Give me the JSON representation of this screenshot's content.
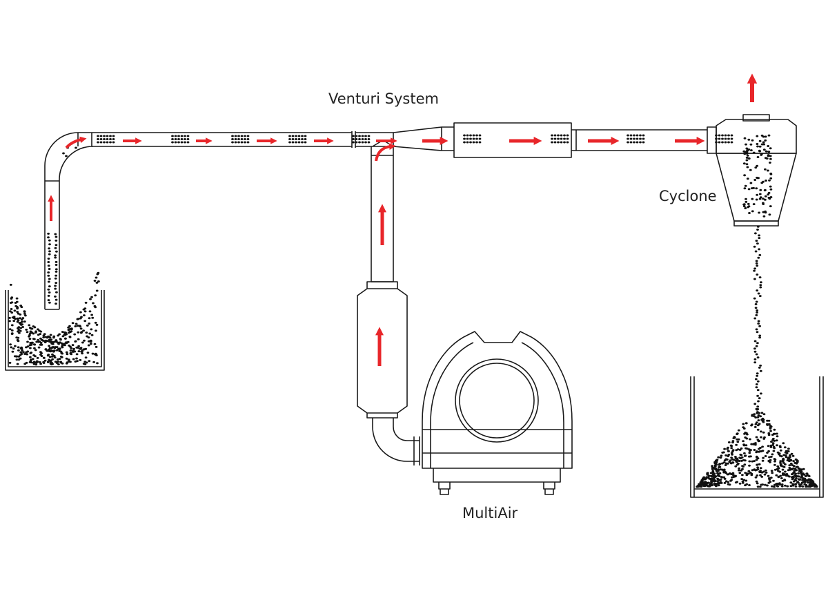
{
  "labels": {
    "venturi": "Venturi System",
    "cyclone": "Cyclone",
    "multiair": "MultiAir"
  },
  "colors": {
    "outline": "#1a1a1a",
    "flow_arrow": "#e8262a",
    "particle": "#111111",
    "background": "#ffffff"
  },
  "icons": {
    "flow": "flow-arrow-icon",
    "particles": "particle-dots"
  }
}
